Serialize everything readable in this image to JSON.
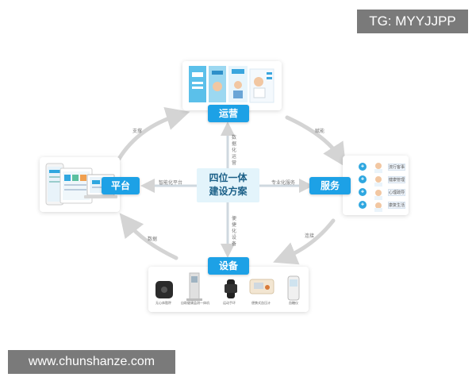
{
  "watermarks": {
    "tg": "TG: MYYJJPP",
    "site": "www.chunshanze.com"
  },
  "nodes": {
    "operation": "运营",
    "service": "服务",
    "device": "设备",
    "platform": "平台"
  },
  "center": {
    "line1": "四位一体",
    "line2": "建设方案"
  },
  "connectors": {
    "top": "数据化运营",
    "right": "专业化服务",
    "bottom": "便捷化设备",
    "left": "智能化平台"
  },
  "cycle_arrows": {
    "top_left": "支撑",
    "top_right": "赋能",
    "bottom_right": "连接",
    "bottom_left": "数据"
  },
  "services": {
    "items": [
      "流行客事",
      "健康管理",
      "心理疏导",
      "康复生活"
    ]
  },
  "devices": {
    "items": [
      "无心体脂秤",
      "自助健康监测一体机",
      "运动手环",
      "便携式血压计",
      "血糖仪"
    ]
  },
  "colors": {
    "accent": "#1da1e6",
    "center_bg": "#e3f4fb"
  }
}
